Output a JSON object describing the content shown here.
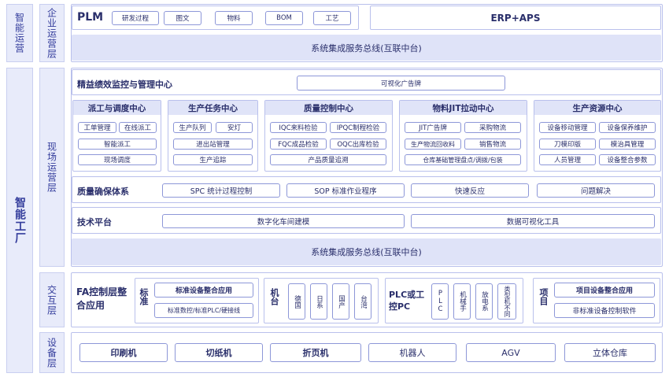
{
  "side": {
    "ops": "智能运营",
    "factory": "智能工厂",
    "enterprise": "企业运营层",
    "field": "现场运营层",
    "interact": "交互层",
    "device": "设备层"
  },
  "enterprise": {
    "plm": "PLM",
    "plm_items": [
      "研发过程",
      "图文",
      "物料",
      "BOM",
      "工艺"
    ],
    "erp": "ERP+APS",
    "bus": "系统集成服务总线(互联中台)"
  },
  "field": {
    "monitor_title": "精益绩效监控与管理中心",
    "monitor_box": "可视化广告牌",
    "centers": [
      {
        "title": "派工与调度中心",
        "items": [
          "工单管理",
          "在线派工",
          "智能派工",
          "现场调度"
        ]
      },
      {
        "title": "生产任务中心",
        "items": [
          "生产队列",
          "安灯",
          "进出站管理",
          "生产追踪"
        ]
      },
      {
        "title": "质量控制中心",
        "items": [
          "IQC来料检验",
          "IPQC制程检验",
          "FQC成品检验",
          "OQC出库检验",
          "产品质量追溯"
        ]
      },
      {
        "title": "物料JIT拉动中心",
        "items": [
          "JIT广告牌",
          "采购物流",
          "生产物流回收料",
          "销售物流",
          "仓库基础管理盘点/调拨/包装"
        ]
      },
      {
        "title": "生产资源中心",
        "items": [
          "设备移动管理",
          "设备保养维护",
          "刀模印版",
          "模治具管理",
          "人员管理",
          "设备整合参数"
        ]
      }
    ],
    "quality_title": "质量确保体系",
    "quality_items": [
      "SPC 统计过程控制",
      "SOP 标准作业程序",
      "快速反应",
      "问题解决"
    ],
    "tech_title": "技术平台",
    "tech_items": [
      "数字化车间建模",
      "数据可视化工具"
    ],
    "bus": "系统集成服务总线(互联中台)"
  },
  "interact": {
    "title": "FA控制层整合应用",
    "standard_label": "标准",
    "standard_items": [
      "标准设备整合应用",
      "标准数控/标准PLC/硬接线"
    ],
    "machine_label": "机台",
    "machine_items": [
      "德国",
      "日系",
      "国产",
      "台湾"
    ],
    "plc_label": "PLC或工控PC",
    "plc_items": [
      "PLC",
      "机械手",
      "放电系",
      "类型机不同"
    ],
    "project_label": "项目",
    "project_items": [
      "项目设备整合应用",
      "非标准设备控制软件"
    ]
  },
  "devices": [
    "印刷机",
    "切纸机",
    "折页机",
    "机器人",
    "AGV",
    "立体仓库"
  ]
}
